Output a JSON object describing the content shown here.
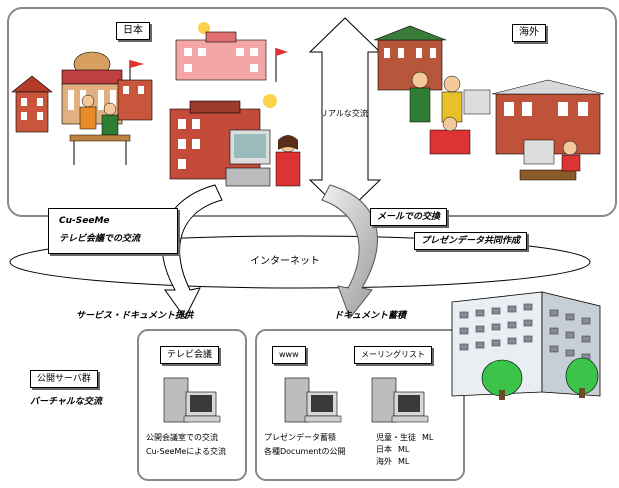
{
  "regions": {
    "japan": "日本",
    "overseas": "海外"
  },
  "labels": {
    "real_exchange": "リアルな交流",
    "internet": "インターネット",
    "cuseeme_title": "Cu-SeeMe",
    "cuseeme_sub": "テレビ会議での交流",
    "mail_exchange": "メールでの交換",
    "presentation_collab": "プレゼンデータ共同作成",
    "service_provision": "サービス・ドキュメント提供",
    "document_accumulation": "ドキュメント蓄積",
    "public_servers": "公開サーバ群",
    "virtual_exchange": "バーチャルな交流"
  },
  "servers": {
    "tv": {
      "label": "テレビ会議",
      "desc_line1": "公開会議室での交流",
      "desc_line2": "Cu-SeeMeによる交流"
    },
    "www": {
      "label": "www",
      "desc_line1": "プレゼンデータ蓄積",
      "desc_line2": "各種Documentの公開"
    },
    "ml": {
      "label": "メーリングリスト",
      "desc_line1": "児童・生徒",
      "desc_line1_suffix": "ML",
      "desc_line2": "日本",
      "desc_line2_suffix": "ML",
      "desc_line3": "海外",
      "desc_line3_suffix": "ML"
    }
  }
}
